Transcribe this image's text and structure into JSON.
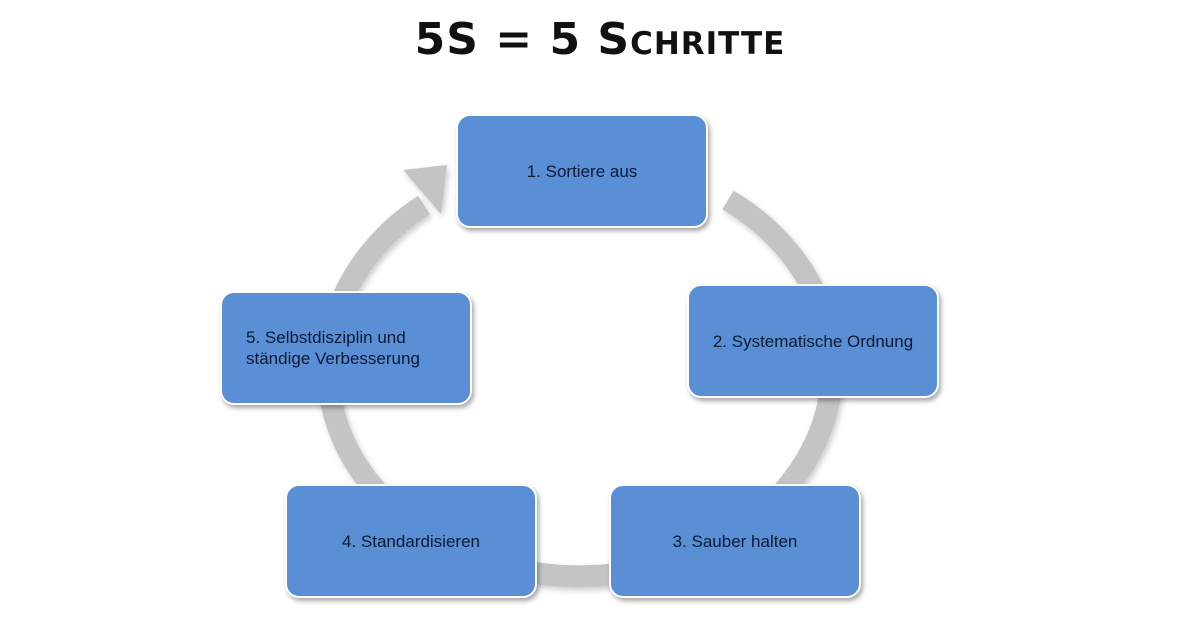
{
  "title": "5S = 5 Schritte",
  "steps": [
    {
      "label": "1. Sortiere aus"
    },
    {
      "label": "2. Systematische Ordnung"
    },
    {
      "label": "3. Sauber halten"
    },
    {
      "label": "4. Standardisieren"
    },
    {
      "label": "5. Selbstdisziplin und ständige Verbesserung"
    }
  ],
  "colors": {
    "box": "#5a8fd6",
    "arrow": "#c4c4c4",
    "text": "#0d1a33"
  }
}
